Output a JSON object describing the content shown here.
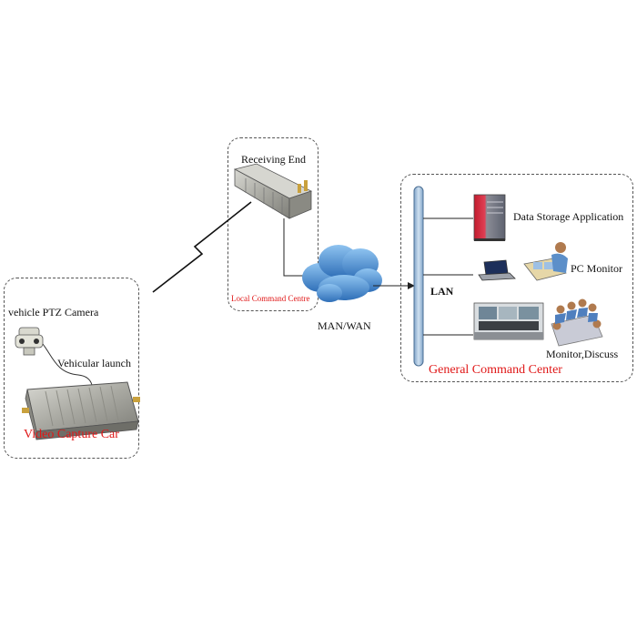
{
  "diagram": {
    "video_capture": {
      "camera_label": "vehicle PTZ Camera",
      "launch_label": "Vehicular launch",
      "title": "Video Capture Car"
    },
    "receiving": {
      "title": "Receiving End",
      "caption": "Local Command Centre"
    },
    "network": {
      "label": "MAN/WAN"
    },
    "general": {
      "lan_label": "LAN",
      "storage_label": "Data Storage Application",
      "pc_label": "PC Monitor",
      "discuss_label": "Monitor,Discuss",
      "title": "General Command Center"
    },
    "colors": {
      "accent_red": "#e01818",
      "lan_bar": "#a9c4df",
      "cloud": "#4f8fd0",
      "device": "#b9b9b2"
    }
  }
}
